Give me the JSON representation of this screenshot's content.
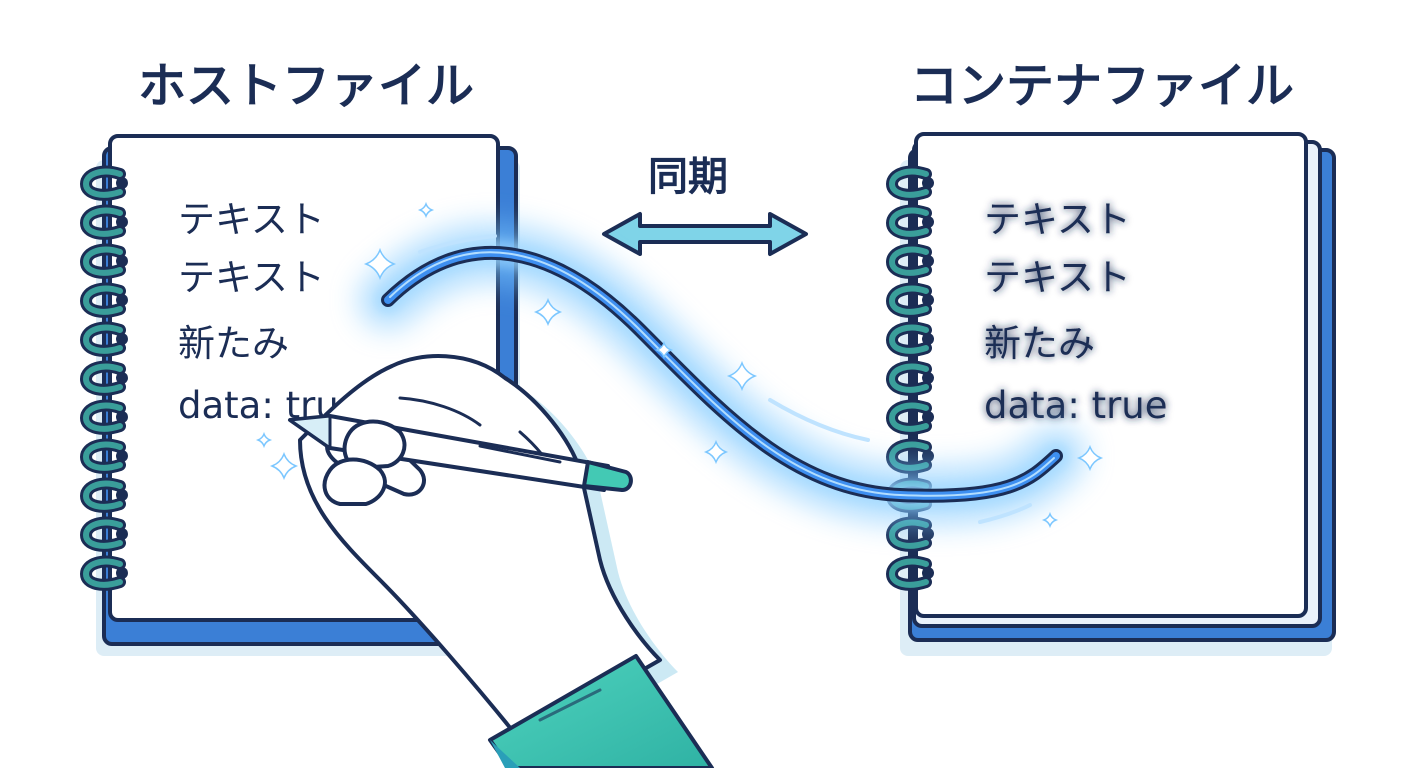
{
  "host": {
    "title": "ホストファイル",
    "lines": [
      "テキスト",
      "テキスト",
      "新たみ",
      "data: true"
    ]
  },
  "container": {
    "title": "コンテナファイル",
    "lines": [
      "テキスト",
      "テキスト",
      "新たみ",
      "data: true"
    ]
  },
  "sync": {
    "label": "同期"
  },
  "icons": {
    "sync_arrow": "double-arrow-icon",
    "hand": "hand-writing-icon",
    "pen": "pen-icon",
    "sparkle": "sparkle-icon"
  },
  "colors": {
    "outline": "#1b2d55",
    "notebook_blue": "#2f6fd0",
    "ring_teal": "#3a9e9a",
    "glow": "#3aa0ff",
    "arrow_fill": "#7fd4e8",
    "sleeve": "#43c9b4"
  }
}
